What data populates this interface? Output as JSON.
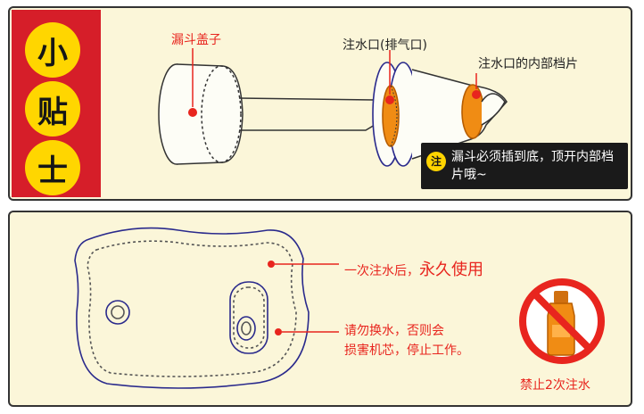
{
  "tips": {
    "chars": [
      "小",
      "贴",
      "士"
    ]
  },
  "funnel": {
    "cap_label": "漏斗盖子",
    "inlet_label": "注水口(排气口)",
    "baffle_label": "注水口的内部档片"
  },
  "notice": {
    "badge": "注",
    "text": "漏斗必须插到底，顶开内部档片哦~"
  },
  "pad": {
    "label_one_time": "一次注水后，",
    "label_permanent": "永久使用",
    "label_refill_line1": "请勿换水，否则会",
    "label_refill_line2": "损害机芯，停止工作。",
    "ban_label": "禁止2次注水"
  },
  "colors": {
    "accent_red": "#e8251e",
    "tips_red": "#d61e29",
    "tips_yellow": "#ffd600",
    "water_orange": "#f08c14",
    "outline_blue": "#2a2a8c"
  },
  "icons": [
    "no-refill-icon",
    "bottle-icon"
  ]
}
